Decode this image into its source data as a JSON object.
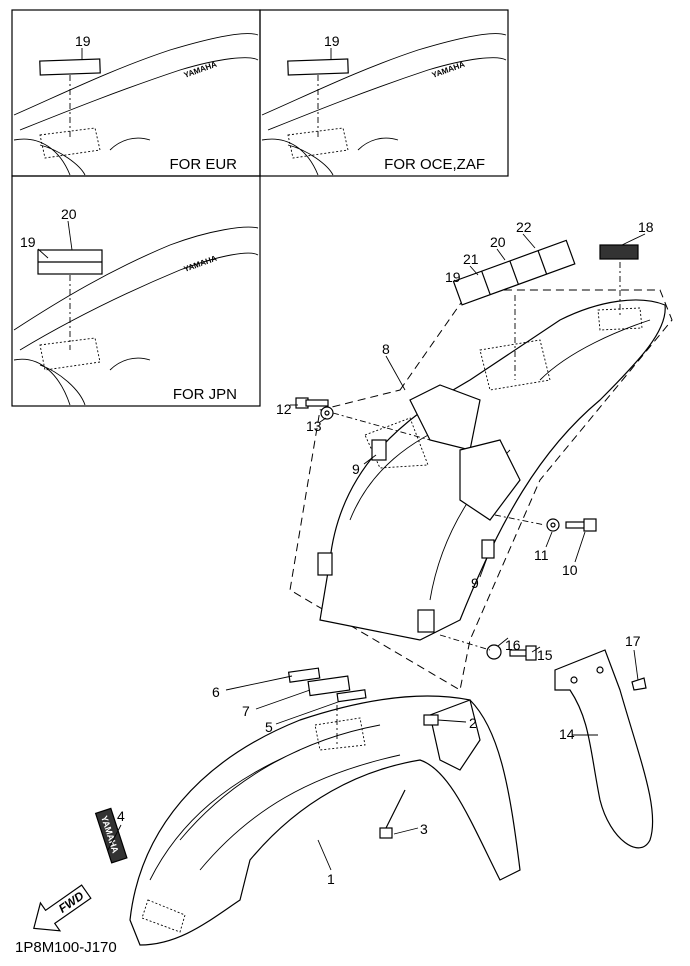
{
  "diagram_code": "1P8M100-J170",
  "direction_label": "FWD",
  "panels": [
    {
      "caption": "FOR EUR",
      "callouts": [
        "19"
      ]
    },
    {
      "caption": "FOR OCE,ZAF",
      "callouts": [
        "19"
      ]
    },
    {
      "caption": "FOR JPN",
      "callouts": [
        "20",
        "19"
      ]
    }
  ],
  "callouts": [
    "18",
    "22",
    "20",
    "21",
    "19",
    "8",
    "12",
    "13",
    "9",
    "11",
    "10",
    "9",
    "16",
    "15",
    "17",
    "6",
    "7",
    "5",
    "2",
    "14",
    "4",
    "3",
    "1"
  ],
  "logo_text": "YAMAHA"
}
